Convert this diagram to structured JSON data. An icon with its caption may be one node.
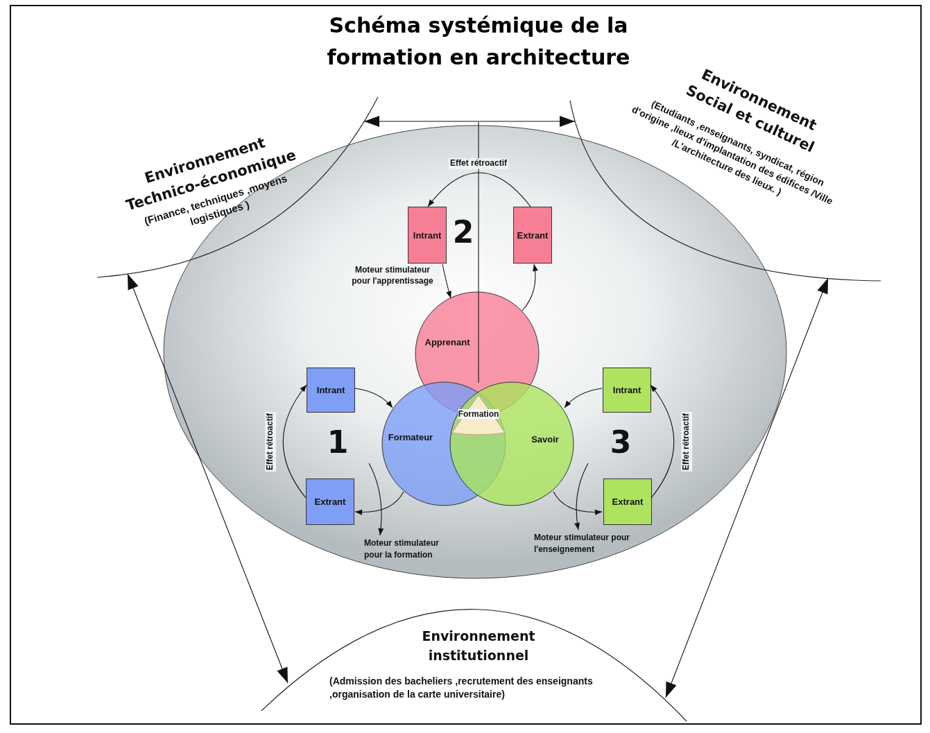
{
  "diagram": {
    "title": "Schéma systémique de la formation en architecture",
    "nodes": [
      {
        "text": [
          "Environnement Technico-économique",
          "(Finance, techniques ,moyens logistiques )"
        ]
      },
      {
        "text": [
          "Environnement Social et culturel",
          "(Etudiants ,enseignants, syndicat, région d'origine ,lieux d'implantation des édifices /Ville /L'architecture des lieux. )"
        ]
      },
      {
        "text": [],
        "shape": "ellipse"
      },
      {
        "text": [
          "Intrant"
        ],
        "in": 2
      },
      {
        "text": [
          "Extrant"
        ],
        "in": 2
      },
      {
        "text": [
          "Apprenant"
        ],
        "in": 2
      },
      {
        "text": [
          "Intrant"
        ],
        "in": 2
      },
      {
        "text": [
          "Formation"
        ]
      },
      {
        "text": [
          "Intrant"
        ],
        "in": 2
      },
      {
        "text": [
          "Formateur"
        ],
        "in": 2
      },
      {
        "text": [
          "Savoir"
        ],
        "in": 2
      },
      {
        "text": [
          "Extrant"
        ],
        "in": 2
      },
      {
        "text": [
          "Extrant"
        ],
        "in": 2
      },
      {
        "text": [
          "Moteur stimulateur pour la formation"
        ],
        "in": 2
      },
      {
        "text": [
          "Moteur stimulateur pour l'enseignement"
        ],
        "in": 2
      },
      {
        "text": [
          "Environnement institutionnel",
          "(Admission des bacheliers ,recrutement des enseignants ,organisation de la carte universitaire)"
        ]
      }
    ],
    "edges": [
      {
        "from": 0,
        "to": 1,
        "arrow": "both"
      },
      {
        "from": 5,
        "to": null,
        "arrow": "none"
      },
      {
        "from": 0,
        "to": 15,
        "arrow": "both"
      },
      {
        "from": 1,
        "to": 15,
        "arrow": "both"
      },
      {
        "from": 4,
        "to": 3,
        "arrow": "to",
        "label": "Effet rétroactif"
      },
      {
        "from": 3,
        "to": 5,
        "arrow": "to",
        "label": "Moteur stimulateur pour l'apprentissage"
      },
      {
        "from": 5,
        "to": 4,
        "arrow": "to"
      },
      {
        "from": 11,
        "to": 6,
        "arrow": "to",
        "label": "Effet rétroactif"
      },
      {
        "from": 6,
        "to": 9,
        "arrow": "to"
      },
      {
        "from": 9,
        "to": 11,
        "arrow": "to"
      },
      {
        "from": null,
        "to": 13,
        "arrow": "to"
      },
      {
        "from": 12,
        "to": 8,
        "arrow": "to",
        "label": "Effet rétroactif"
      },
      {
        "from": 8,
        "to": 10,
        "arrow": "to"
      },
      {
        "from": 10,
        "to": 12,
        "arrow": "to"
      },
      {
        "from": null,
        "to": 14,
        "arrow": "to"
      }
    ],
    "labels": [
      "2",
      "1",
      "3"
    ]
  }
}
